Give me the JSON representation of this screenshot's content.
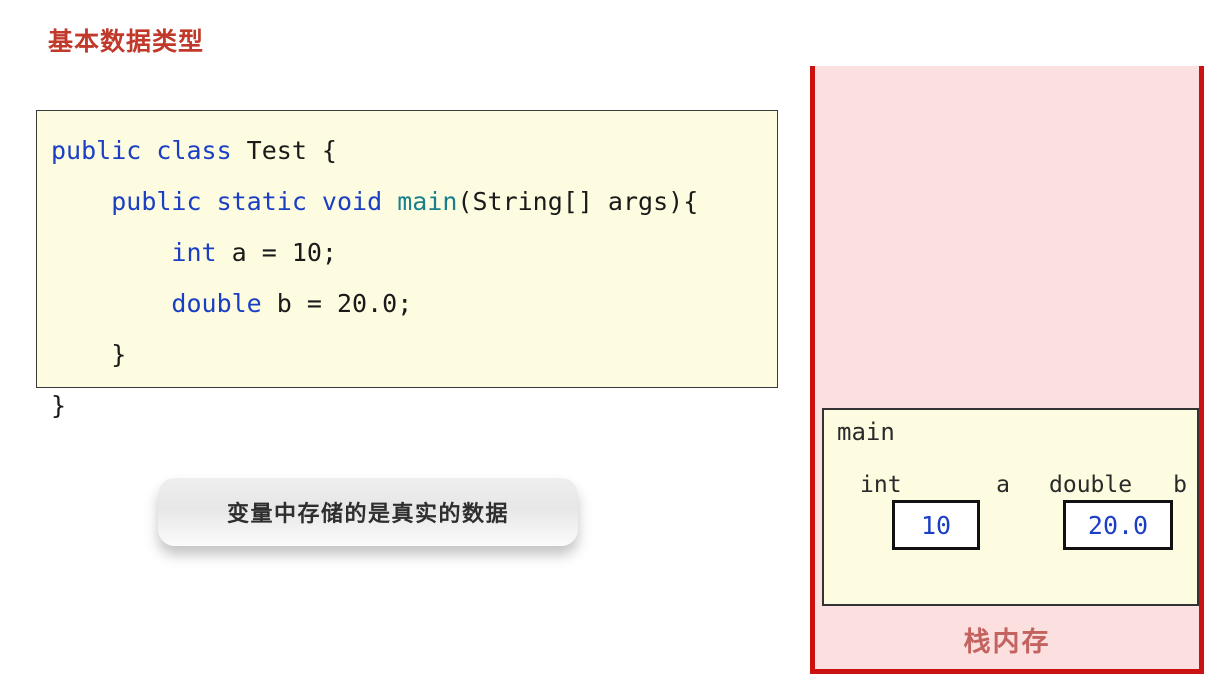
{
  "title": "基本数据类型",
  "code": {
    "lines": [
      [
        {
          "t": "public class ",
          "c": "kw"
        },
        {
          "t": "Test {",
          "c": "pl"
        }
      ],
      [
        {
          "t": "    ",
          "c": "pl"
        },
        {
          "t": "public static void ",
          "c": "kw"
        },
        {
          "t": "main",
          "c": "fn"
        },
        {
          "t": "(String[] args){",
          "c": "pl"
        }
      ],
      [
        {
          "t": "        ",
          "c": "pl"
        },
        {
          "t": "int",
          "c": "kw"
        },
        {
          "t": " a = 10;",
          "c": "pl"
        }
      ],
      [
        {
          "t": "        ",
          "c": "pl"
        },
        {
          "t": "double",
          "c": "kw"
        },
        {
          "t": " b = 20.0;",
          "c": "pl"
        }
      ],
      [
        {
          "t": "    }",
          "c": "pl"
        }
      ],
      [
        {
          "t": "}",
          "c": "pl"
        }
      ]
    ]
  },
  "callout": {
    "text": "变量中存储的是真实的数据"
  },
  "stack": {
    "frame_label": "main",
    "caption": "栈内存",
    "variables": [
      {
        "type": "int",
        "name": "a",
        "value": "10"
      },
      {
        "type": "double",
        "name": "b",
        "value": "20.0"
      }
    ]
  },
  "colors": {
    "title": "#c0392b",
    "keyword": "#1a3fc4",
    "method": "#1a7f8c",
    "stack_border": "#cc1111",
    "stack_fill": "#fcdfdf",
    "frame_fill": "#fdfbe0",
    "value_text": "#1a3fc4",
    "caption": "#c3635f"
  }
}
